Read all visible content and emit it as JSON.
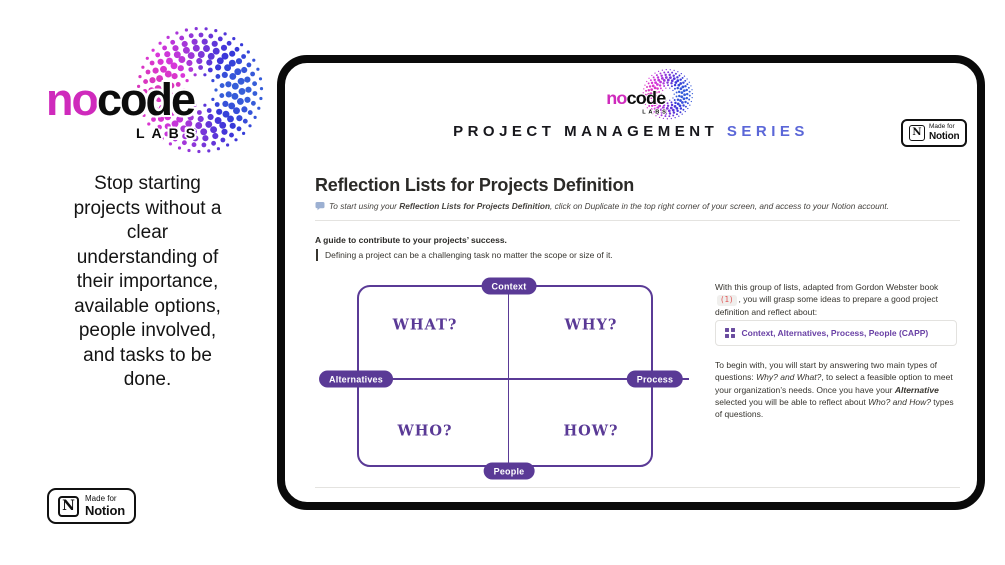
{
  "colors": {
    "magenta": "#cf2abc",
    "series_accent": "#5b67d8",
    "diagram_purple": "#5a3a96",
    "link_purple": "#6940a5",
    "ref_red": "#e05252"
  },
  "brand": {
    "no": "no",
    "code": "code",
    "labs": "LABS",
    "dots_icon": "dotted-circle-decoration"
  },
  "made_for_notion": {
    "line1": "Made for",
    "line2": "Notion",
    "n": "N",
    "icon": "notion-n-icon"
  },
  "left_panel": {
    "tagline_lines": [
      "Stop starting",
      "projects without a",
      "clear",
      "understanding of",
      "their importance,",
      "available options,",
      "people involved,",
      "and tasks to be",
      "done."
    ]
  },
  "panel": {
    "series_title": {
      "main": "PROJECT MANAGEMENT ",
      "accent": "SERIES"
    },
    "page_title": "Reflection Lists for Projects Definition",
    "callout": {
      "icon": "speech-balloon-icon",
      "pre": "To start using your ",
      "bold": "Reflection Lists for Projects Definition",
      "post": ", click on Duplicate in the top right corner of your screen, and access to your Notion account."
    },
    "guide_line": "A guide to contribute to your projects’ success.",
    "quote": "Defining a project can be a challenging task no matter the scope or size of it.",
    "diagram": {
      "top": "Context",
      "right": "Process",
      "bottom": "People",
      "left": "Alternatives",
      "q_top_left": "WHAT?",
      "q_top_right": "WHY?",
      "q_bottom_left": "WHO?",
      "q_bottom_right": "HOW?"
    },
    "right_column": {
      "p1_pre": "With this group of lists, adapted from Gordon Webster book",
      "ref_badge": "(1)",
      "p1_post": ", you will grasp some ideas to prepare a good project definition and reflect about:",
      "link_box": {
        "icon": "grid-icon",
        "label": "Context, Alternatives, Process, People (CAPP)"
      },
      "p2": [
        {
          "t": "To begin with, you will start by answering two main types of questions: "
        },
        {
          "t": "Why? and What?"
        },
        {
          "t": ", to select a feasible option to meet your organization’s needs. Once you have your "
        },
        {
          "t": "Alternative"
        },
        {
          "t": " selected you will be able to reflect about "
        },
        {
          "t": "Who? and How?"
        },
        {
          "t": " types of questions."
        }
      ]
    }
  }
}
